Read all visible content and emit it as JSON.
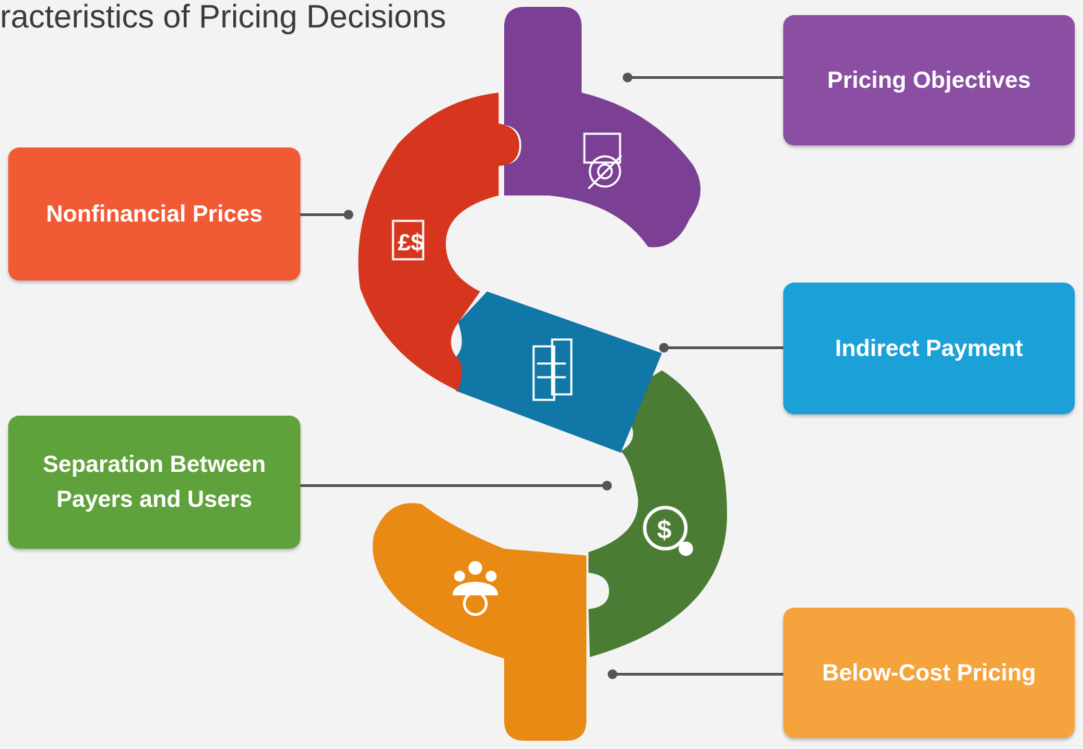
{
  "title": "racteristics of Pricing Decisions",
  "colors": {
    "purple": "#8a4fa2",
    "red": "#d6361d",
    "blue": "#1177a6",
    "green": "#4a7c34",
    "orange": "#e98a14",
    "box_orange_red": "#f05a35",
    "box_blue": "#1ca0d8",
    "box_green": "#5fa23b",
    "box_light_orange": "#f5a43d"
  },
  "boxes": {
    "pricing_objectives": "Pricing Objectives",
    "nonfinancial_prices": "Nonfinancial Prices",
    "indirect_payment": "Indirect Payment",
    "separation_line1": "Separation Between",
    "separation_line2": "Payers and Users",
    "below_cost_pricing": "Below-Cost Pricing"
  },
  "icons": {
    "purple_piece": "target-chart-icon",
    "red_piece": "price-tag-dollar-icon",
    "blue_piece": "calculator-document-icon",
    "green_piece": "dollar-cycle-icon",
    "orange_piece": "people-group-icon"
  }
}
